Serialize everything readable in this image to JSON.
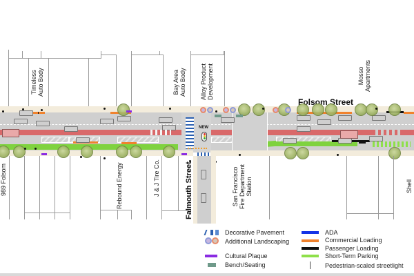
{
  "map": {
    "streets": {
      "main": "Folsom Street",
      "cross": "Falmouth Street"
    },
    "buildings_north": [
      {
        "name": "Timeless\nAuto Body",
        "line1": "Timeless",
        "line2": "Auto Body"
      },
      {
        "name": "Bay Area\nAuto Body",
        "line1": "Bay Area",
        "line2": "Auto Body"
      },
      {
        "name": "Alloy Product\nDevelopment",
        "line1": "Alloy Product",
        "line2": "Development"
      },
      {
        "name": "Mosso\nApartments",
        "line1": "Mosso",
        "line2": "Apartments"
      }
    ],
    "buildings_south": [
      {
        "line1": "989 Folsom"
      },
      {
        "line1": "Rebound Energy"
      },
      {
        "line1": "J & J Tire Co."
      },
      {
        "line1": "San Francisco",
        "line2": "Fire Department",
        "line3": "Station"
      },
      {
        "line1": "Shell"
      }
    ],
    "signal_label": "NEW",
    "colors": {
      "sidewalk": "#f3ecdc",
      "roadway": "#cfcfcf",
      "transit_lane": "#d9696a",
      "bike_lane": "#7fd23f",
      "ada": "#1434e6",
      "commercial_loading": "#f0822d",
      "passenger_loading": "#111111",
      "short_term_parking": "#8ee04a",
      "cultural_plaque": "#8a2be2",
      "bench": "#6f9a8a",
      "decorative_pavement": "#2a5fb0"
    }
  },
  "legend": {
    "left": [
      {
        "icon": "decorative-pavement-icon",
        "label": "Decorative Pavement"
      },
      {
        "icon": "landscaping-icon",
        "label": "Additional Landscaping"
      },
      {
        "icon": "cultural-plaque-icon",
        "label": "Cultural Plaque"
      },
      {
        "icon": "bench-icon",
        "label": "Bench/Seating"
      }
    ],
    "right": [
      {
        "icon": "ada-icon",
        "label": "ADA"
      },
      {
        "icon": "commercial-loading-icon",
        "label": "Commercial Loading"
      },
      {
        "icon": "passenger-loading-icon",
        "label": "Passenger Loading"
      },
      {
        "icon": "short-term-parking-icon",
        "label": "Short-Term Parking"
      },
      {
        "icon": "streetlight-icon",
        "label": "Pedestrian-scaled streetlight"
      }
    ]
  }
}
